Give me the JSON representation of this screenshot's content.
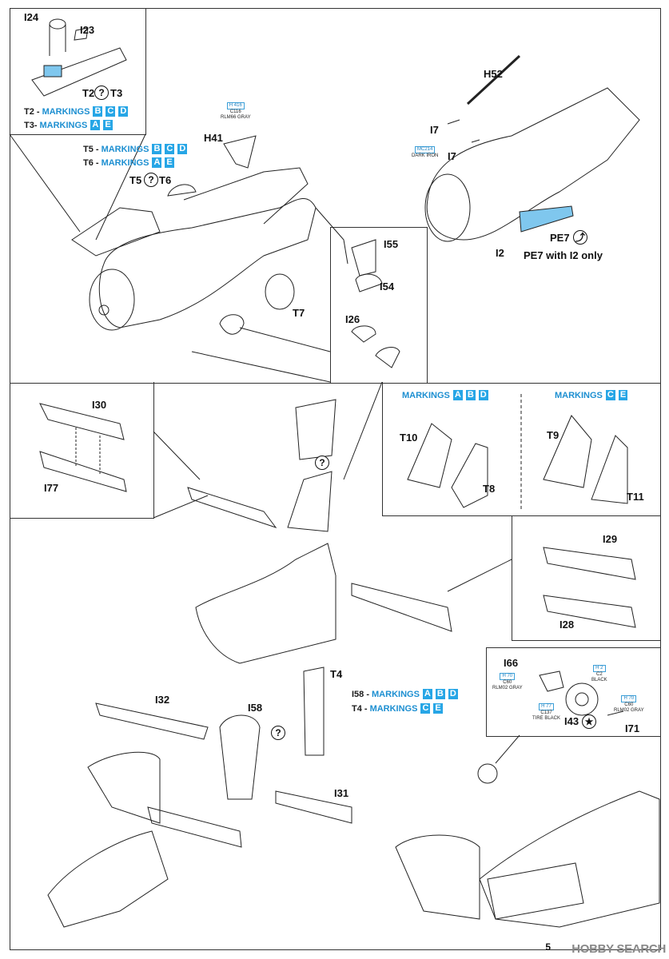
{
  "labels": {
    "I24": "I24",
    "I23": "I23",
    "T2": "T2",
    "T3": "T3",
    "H52": "H52",
    "I7a": "I7",
    "I7b": "I7",
    "H41": "H41",
    "T5": "T5",
    "T6": "T6",
    "I55": "I55",
    "I54": "I54",
    "T7": "T7",
    "I26": "I26",
    "PE7": "PE7",
    "I2": "I2",
    "PE7note": "PE7 with I2 only",
    "I30": "I30",
    "I77": "I77",
    "T10": "T10",
    "T8": "T8",
    "T9": "T9",
    "T11": "T11",
    "I29": "I29",
    "I28": "I28",
    "T4": "T4",
    "I32": "I32",
    "I58": "I58",
    "I31": "I31",
    "I66": "I66",
    "I43": "I43",
    "I71": "I71"
  },
  "markings_word": "MARKINGS",
  "markings": {
    "t2": {
      "part": "T2 - ",
      "letters": [
        "B",
        "C",
        "D"
      ]
    },
    "t3": {
      "part": "T3- ",
      "letters": [
        "A",
        "E"
      ]
    },
    "t5": {
      "part": "T5 - ",
      "letters": [
        "B",
        "C",
        "D"
      ]
    },
    "t6": {
      "part": "T6 - ",
      "letters": [
        "A",
        "E"
      ]
    },
    "abd": {
      "part": "",
      "letters": [
        "A",
        "B",
        "D"
      ]
    },
    "ce": {
      "part": "",
      "letters": [
        "C",
        "E"
      ]
    },
    "i58": {
      "part": "I58 - ",
      "letters": [
        "A",
        "B",
        "D"
      ]
    },
    "t4": {
      "part": "T4 - ",
      "letters": [
        "C",
        "E"
      ]
    }
  },
  "paint_refs": {
    "h416": {
      "code": "H 416",
      "c": "C116",
      "name": "RLM66 GRAY"
    },
    "mc214": {
      "code": "MC214",
      "c": "",
      "name": "DARK IRON"
    },
    "h70a": {
      "code": "H 70",
      "c": "C60",
      "name": "RLM02 GRAY"
    },
    "h2": {
      "code": "H 2",
      "c": "C2",
      "name": "BLACK"
    },
    "h77": {
      "code": "H 77",
      "c": "C137",
      "name": "TIRE BLACK"
    },
    "h70b": {
      "code": "H 70",
      "c": "C60",
      "name": "RLM02 GRAY"
    }
  },
  "symbols": {
    "question": "?",
    "optional_or": "?",
    "fold": "⤴",
    "star": "★"
  },
  "page_number": "5",
  "watermark": "HOBBY SEARCH"
}
